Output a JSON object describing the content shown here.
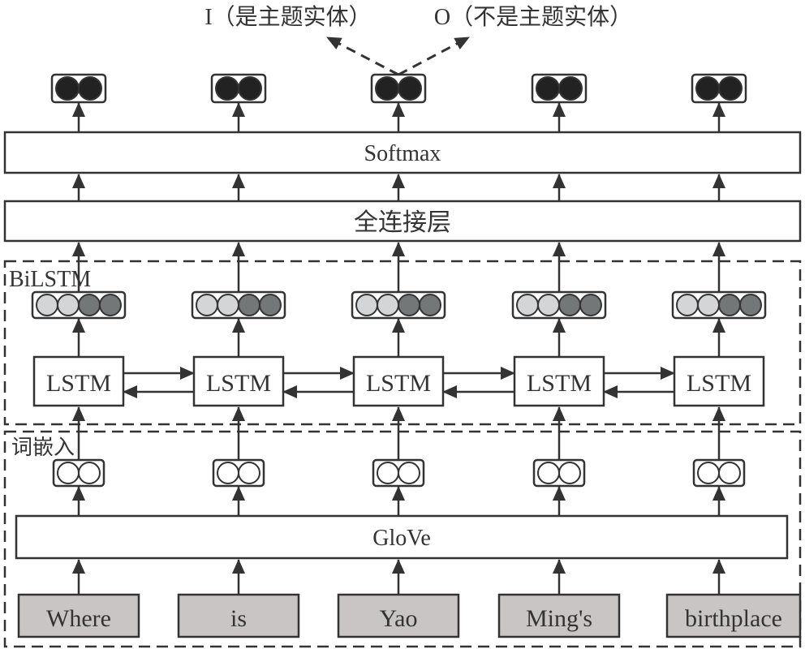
{
  "outputs": {
    "label_i": "I（是主题实体）",
    "label_o": "O（不是主题实体）"
  },
  "layers": {
    "softmax": "Softmax",
    "fully_connected": "全连接层",
    "bilstm_group": "BiLSTM",
    "lstm_cell": "LSTM",
    "embedding_group": "词嵌入",
    "glove": "GloVe"
  },
  "tokens": [
    "Where",
    "is",
    "Yao",
    "Ming's",
    "birthplace"
  ],
  "colors": {
    "stroke": "#333333",
    "output_circle": "#222222",
    "hidden_light": "#d4d5d6",
    "hidden_dark": "#737778",
    "token_fill": "#c9c5c5"
  }
}
